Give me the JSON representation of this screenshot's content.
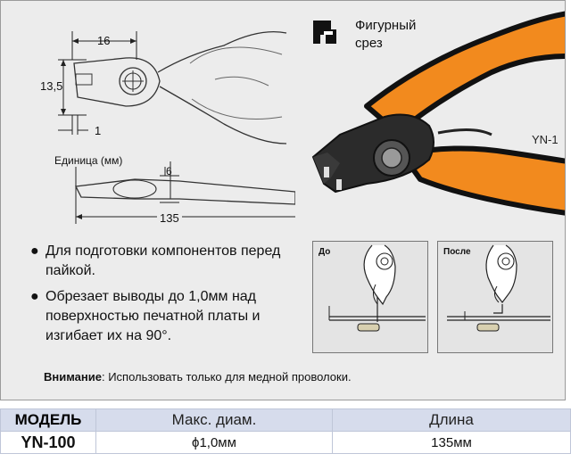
{
  "legend": {
    "icon": "shaped-cut-icon",
    "label_line1": "Фигурный",
    "label_line2": "срез"
  },
  "dimensions": {
    "width_label": "16",
    "height_label": "13,5",
    "tip_label": "1",
    "thickness_label": "6",
    "length_label": "135",
    "unit_label": "Единица (мм)"
  },
  "tool_marking": "YN-1",
  "features": [
    "Для подготовки компонентов перед пайкой.",
    "Обрезает выводы до 1,0мм над поверхностью печатной платы и изгибает их на 90°."
  ],
  "warning": {
    "label": "Внимание",
    "text": ": Использовать только для медной проволоки."
  },
  "before_label": "До",
  "after_label": "После",
  "table": {
    "headers": [
      "МОДЕЛЬ",
      "Макс. диам.",
      "Длина"
    ],
    "row": [
      "YN-100",
      "ϕ1,0мм",
      "135мм"
    ]
  },
  "colors": {
    "handle": "#f28a1e",
    "handle_edge": "#111111",
    "head": "#2b2b2b",
    "table_header": "#d6dcec"
  }
}
